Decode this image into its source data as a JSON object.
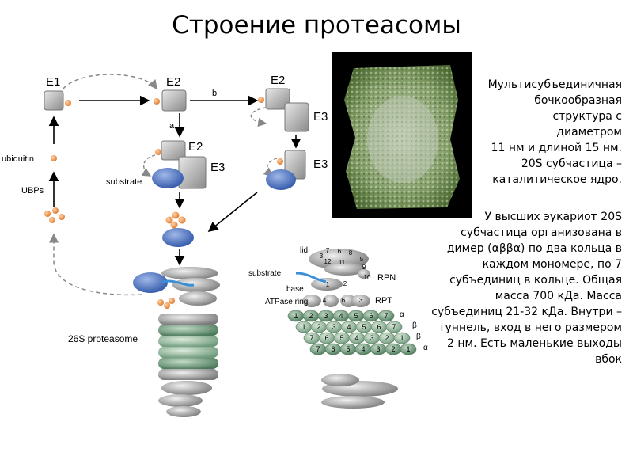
{
  "title": "Строение протеасомы",
  "pathway": {
    "e1": "E1",
    "e2": "E2",
    "e3": "E3",
    "step_a": "a",
    "step_b": "b",
    "ubiquitin": "ubiquitin",
    "ubps": "UBPs",
    "substrate": "substrate",
    "proteasome_26s": "26S proteasome"
  },
  "schematic": {
    "lid": "lid",
    "rpn": "RPN",
    "substrate": "substrate",
    "base": "base",
    "rpt": "RPT",
    "atpase_ring": "ATPase ring",
    "alpha": "α",
    "beta": "β",
    "lid_numbers": [
      "3",
      "7",
      "6",
      "8",
      "12",
      "11",
      "5",
      "9"
    ],
    "rpn_numbers": [
      "2",
      "1",
      "10"
    ],
    "rpt_numbers": [
      "4",
      "6",
      "3"
    ],
    "ring_alpha_top": [
      "1",
      "2",
      "3",
      "4",
      "5",
      "6",
      "7"
    ],
    "ring_beta_top": [
      "1",
      "2",
      "3",
      "4",
      "5",
      "6",
      "7"
    ],
    "ring_beta_bottom": [
      "7",
      "6",
      "5",
      "4",
      "3",
      "2",
      "1"
    ],
    "ring_alpha_bottom": [
      "7",
      "6",
      "5",
      "4",
      "3",
      "2",
      "1"
    ]
  },
  "description": {
    "block1": [
      "Мультисубъединичная",
      "бочкообразная",
      "структура с",
      "диаметром",
      "11 нм и длиной 15 нм.",
      "20S субчастица –",
      "каталитическое ядро."
    ],
    "block2": [
      "У высших эукариот 20S",
      "субчастица организована в",
      "димер (αββα) по два кольца в",
      "каждом мономере, по 7",
      "субъединиц в кольце. Общая",
      "масса 700 кДа. Масса",
      "субъединиц 21-32 кДа. Внутри –",
      "туннель, вход в него размером",
      "2 нм. Есть маленькие выходы",
      "вбок"
    ]
  }
}
